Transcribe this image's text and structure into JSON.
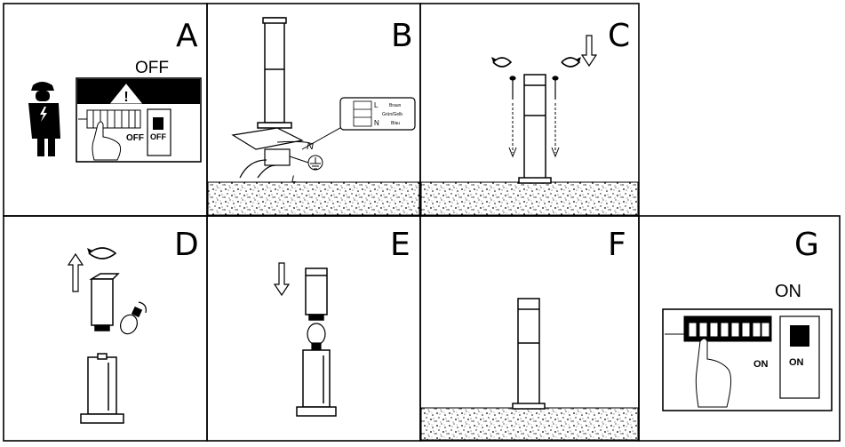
{
  "panels": [
    {
      "letter": "A",
      "state_label": "OFF",
      "breaker_label": "OFF",
      "switch_label": "OFF"
    },
    {
      "letter": "B",
      "wire_N": "N",
      "wire_L": "L",
      "term_L": "L",
      "term_N": "N",
      "term_mid": "Grün/Gelb",
      "term_top": "Braun",
      "term_bot": "Blau"
    },
    {
      "letter": "C"
    },
    {
      "letter": "D"
    },
    {
      "letter": "E"
    },
    {
      "letter": "F"
    },
    {
      "letter": "G",
      "state_label": "ON",
      "breaker_label": "ON",
      "switch_label": "ON"
    }
  ]
}
